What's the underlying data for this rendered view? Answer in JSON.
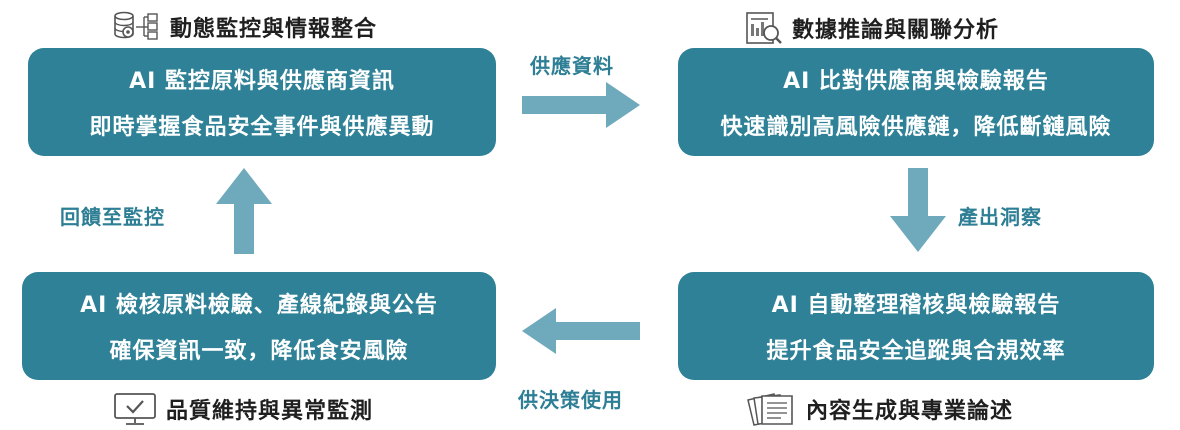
{
  "colors": {
    "box": "#2e8196",
    "arrow": "#6eaabb",
    "label": "#2e7f95",
    "title": "#1f1f1f"
  },
  "top_left": {
    "title": "動態監控與情報整合",
    "icon": "database-settings-icon",
    "line1": "AI 監控原料與供應商資訊",
    "line2": "即時掌握食品安全事件與供應異動"
  },
  "top_right": {
    "title": "數據推論與關聯分析",
    "icon": "report-analysis-icon",
    "line1": "AI 比對供應商與檢驗報告",
    "line2": "快速識別高風險供應鏈，降低斷鏈風險"
  },
  "bottom_right": {
    "title": "內容生成與專業論述",
    "icon": "documents-icon",
    "line1": "AI 自動整理稽核與檢驗報告",
    "line2": "提升食品安全追蹤與合規效率"
  },
  "bottom_left": {
    "title": "品質維持與異常監測",
    "icon": "monitor-check-icon",
    "line1": "AI 檢核原料檢驗、產線紀錄與公告",
    "line2": "確保資訊一致，降低食安風險"
  },
  "flows": {
    "top": "供應資料",
    "right": "產出洞察",
    "bottom": "供決策使用",
    "left": "回饋至監控"
  }
}
